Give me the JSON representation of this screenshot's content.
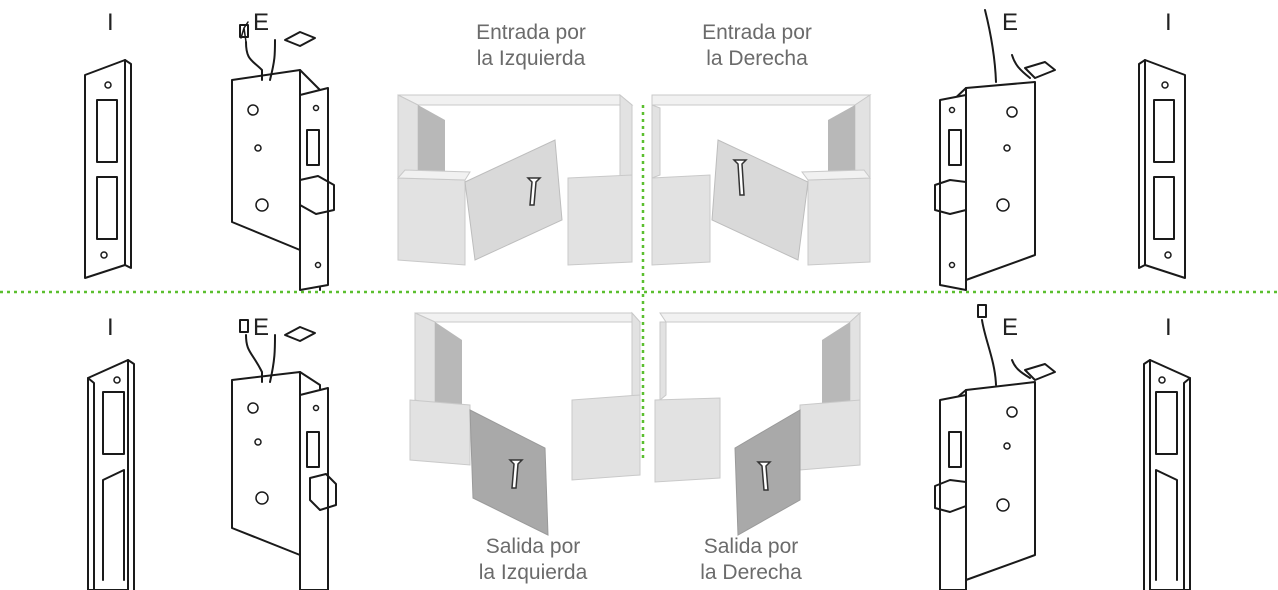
{
  "labels": {
    "top_left": "Entrada por\nla Izquierda",
    "top_right": "Entrada por\nla Derecha",
    "bottom_left": "Salida por\nla Izquierda",
    "bottom_right": "Salida por\nla Derecha"
  },
  "label_lines": {
    "top_left_1": "Entrada por",
    "top_left_2": "la Izquierda",
    "top_right_1": "Entrada por",
    "top_right_2": "la Derecha",
    "bottom_left_1": "Salida por",
    "bottom_left_2": "la Izquierda",
    "bottom_right_1": "Salida por",
    "bottom_right_2": "la Derecha"
  },
  "markers": {
    "inside": "I",
    "outside": "E"
  },
  "colors": {
    "divider": "#5bbf2f",
    "label_text": "#6b6b6b",
    "line_art": "#1a1a1a"
  }
}
